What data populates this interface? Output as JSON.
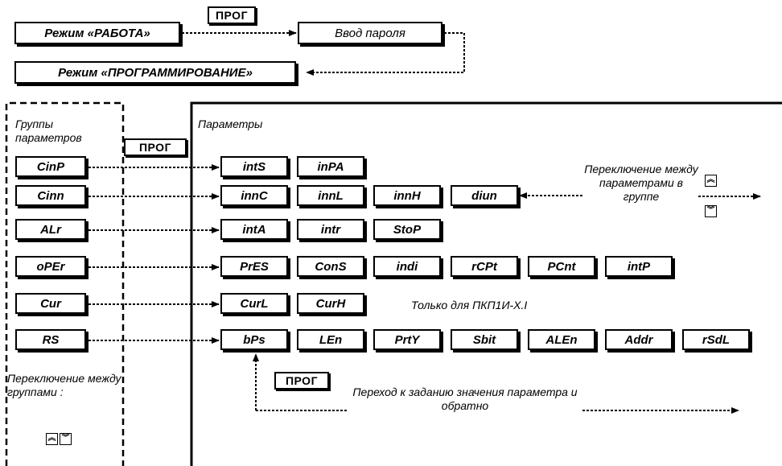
{
  "top": {
    "mode_work": "Режим «РАБОТА»",
    "mode_prog": "Режим «ПРОГРАММИРОВАНИЕ»",
    "password": "Ввод пароля",
    "prog_label": "ПРОГ"
  },
  "groups_panel": {
    "title": "Группы параметров",
    "prog_label": "ПРОГ",
    "switch_caption": "Переключение между группами :",
    "groups": [
      "CinP",
      "Cinn",
      "ALr",
      "oPEr",
      "Cur",
      "RS"
    ]
  },
  "params_panel": {
    "title": "Параметры",
    "rows": [
      [
        "intS",
        "inPA"
      ],
      [
        "innC",
        "innL",
        "innH",
        "diun"
      ],
      [
        "intA",
        "intr",
        "StoP"
      ],
      [
        "PrES",
        "ConS",
        "indi",
        "rCPt",
        "PCnt",
        "intP"
      ],
      [
        "CurL",
        "CurH"
      ],
      [
        "bPs",
        "LEn",
        "PrtY",
        "Sbit",
        "ALEn",
        "Addr",
        "rSdL"
      ]
    ],
    "only_note": "Только для ПКП1И-Х.I",
    "switch_caption": "Переключение между параметрами в группе",
    "prog_label": "ПРОГ",
    "transition_caption": "Переход к заданию значения параметра и обратно"
  },
  "icons": {
    "up": "double-chevron-up-icon",
    "down": "double-chevron-down-icon"
  }
}
